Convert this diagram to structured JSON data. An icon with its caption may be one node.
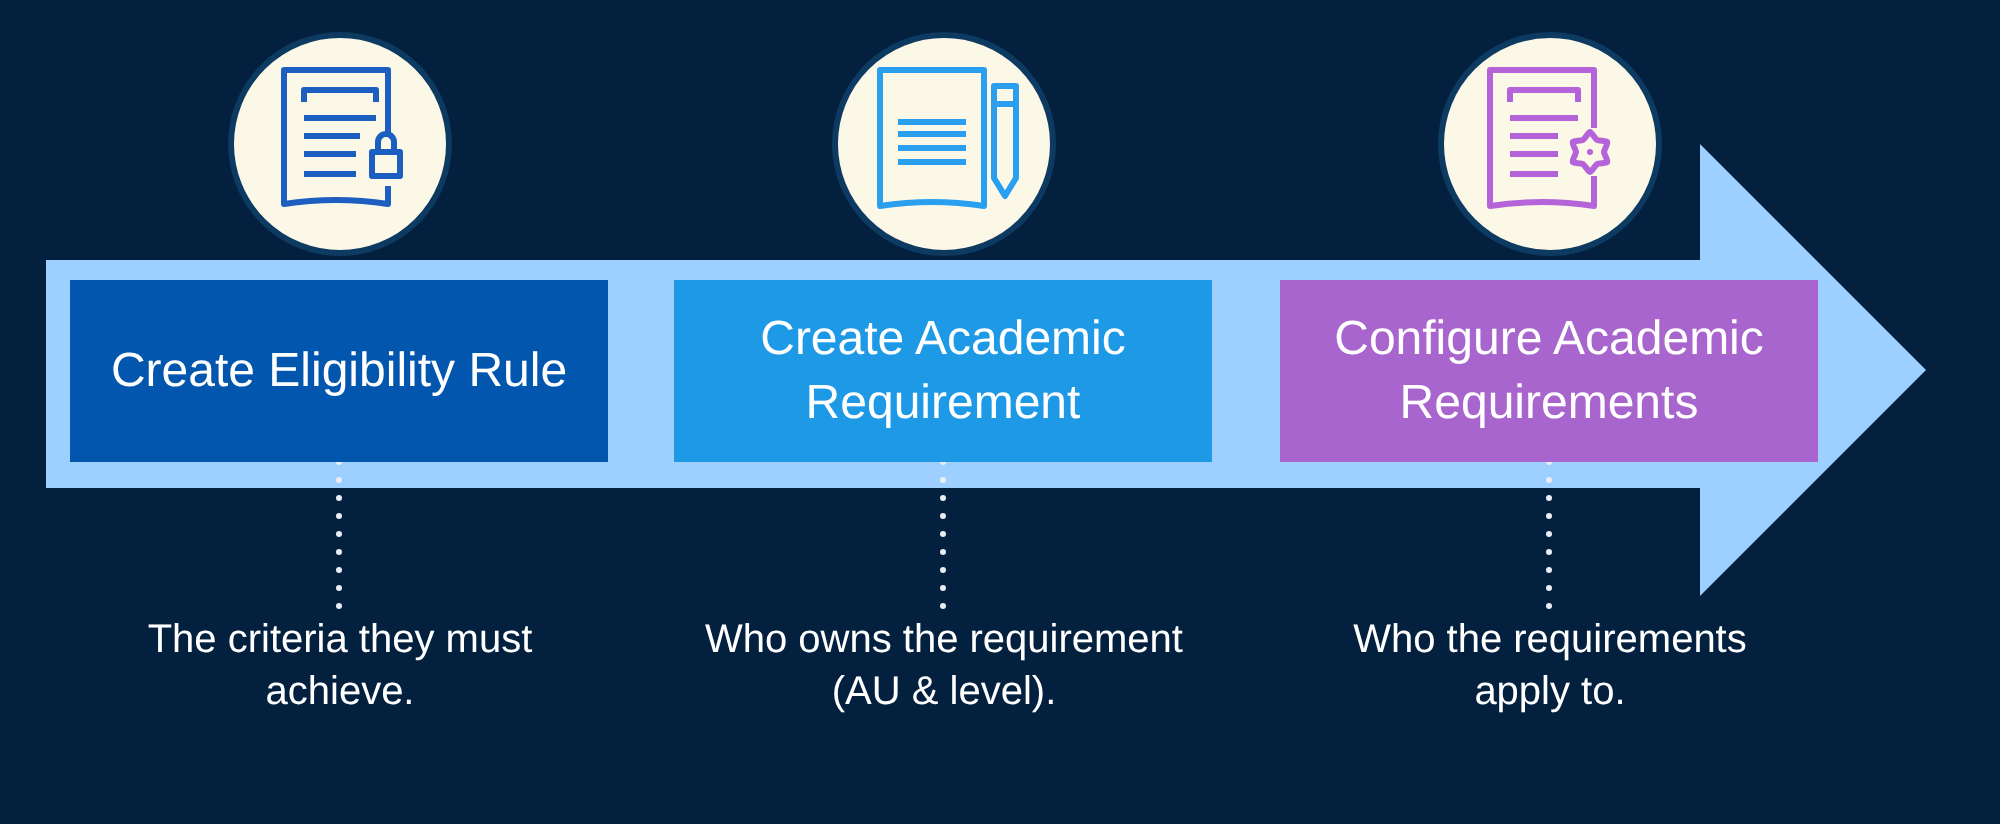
{
  "diagram": {
    "nodes": [
      {
        "text": [
          "Create Eligibility Rule"
        ]
      },
      {
        "text": [
          "Create Academic Requirement"
        ]
      },
      {
        "text": [
          "Configure Academic Requirements"
        ]
      },
      {
        "text": [
          "The criteria they must achieve."
        ]
      },
      {
        "text": [
          "Who owns the requirement (AU & level)."
        ]
      },
      {
        "text": [
          "Who the requirements apply to."
        ]
      }
    ],
    "edges": [
      {
        "from": 0,
        "to": 3,
        "arrow": "none",
        "style": "dashed"
      },
      {
        "from": 1,
        "to": 4,
        "arrow": "none",
        "style": "dashed"
      },
      {
        "from": 2,
        "to": 5,
        "arrow": "none",
        "style": "dashed"
      }
    ]
  }
}
